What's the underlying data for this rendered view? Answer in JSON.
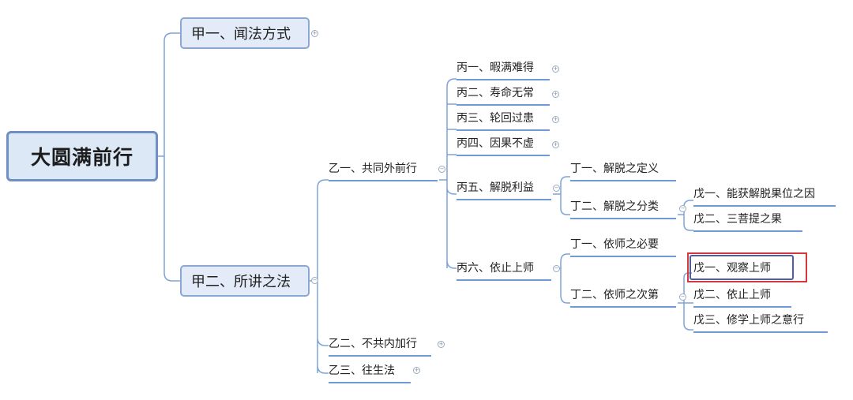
{
  "root": "大圆满前行",
  "jia": [
    "甲一、闻法方式",
    "甲二、所讲之法"
  ],
  "yi": [
    "乙一、共同外前行",
    "乙二、不共内加行",
    "乙三、往生法"
  ],
  "bing": [
    "丙一、暇满难得",
    "丙二、寿命无常",
    "丙三、轮回过患",
    "丙四、因果不虚",
    "丙五、解脱利益",
    "丙六、依止上师"
  ],
  "ding": [
    "丁一、解脱之定义",
    "丁二、解脱之分类",
    "丁一、依师之必要",
    "丁二、依师之次第"
  ],
  "wu": [
    "戊一、能获解脱果位之因",
    "戊二、三菩提之果",
    "戊一、观察上师",
    "戊二、依止上师",
    "戊三、修学上师之意行"
  ],
  "colors": {
    "connector": "#7ea3d8",
    "node_border": "#8ba8d4",
    "node_fill": "#e2ebf7",
    "underline": "#6f9ad6",
    "highlight_outer": "#d4373c",
    "highlight_inner": "#4b5fa8"
  }
}
